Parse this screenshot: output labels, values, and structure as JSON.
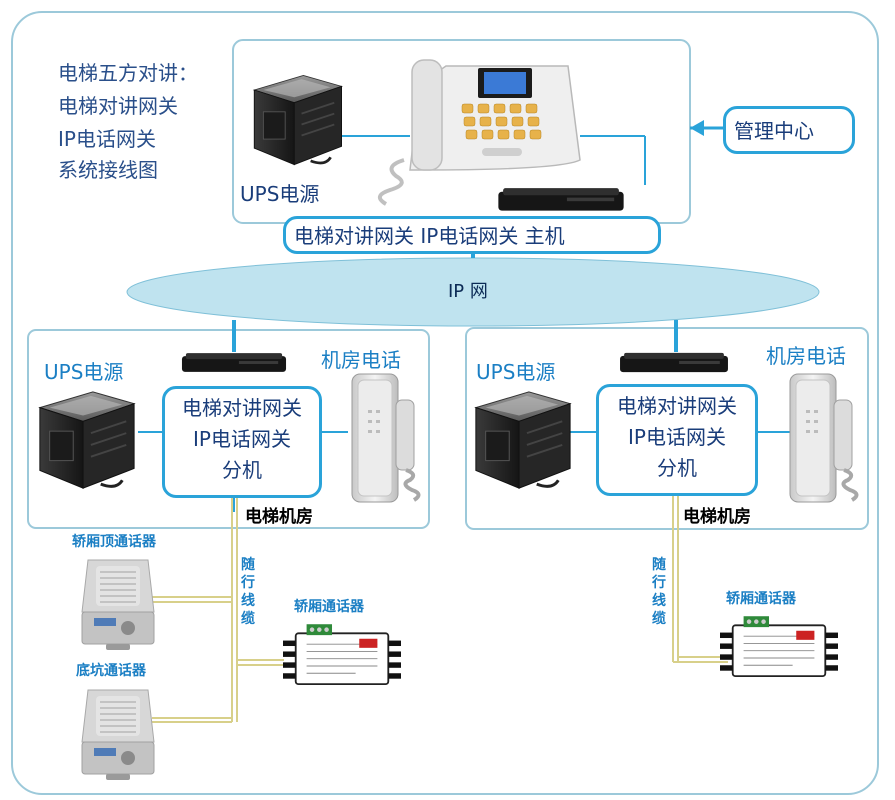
{
  "title_lines": [
    "电梯五方对讲：",
    "电梯对讲网关",
    "IP电话网关",
    "系统接线图"
  ],
  "host": {
    "ups_label": "UPS电源",
    "gateway_label": "电梯对讲网关  IP电话网关  主机",
    "management": "管理中心"
  },
  "network": {
    "label": "IP  网"
  },
  "rooms": [
    {
      "ups_label": "UPS电源",
      "phone_label": "机房电话",
      "gateway_lines": [
        "电梯对讲网关",
        "IP电话网关",
        "分机"
      ],
      "room_label": "电梯机房",
      "cable_label": "随行线缆",
      "car_top_label": "轿厢顶通话器",
      "pit_label": "底坑通话器",
      "car_label": "轿厢通话器"
    },
    {
      "ups_label": "UPS电源",
      "phone_label": "机房电话",
      "gateway_lines": [
        "电梯对讲网关",
        "IP电话网关",
        "分机"
      ],
      "room_label": "电梯机房",
      "cable_label": "随行线缆",
      "car_label": "轿厢通话器"
    }
  ],
  "colors": {
    "frame": "#9cc9da",
    "callout_border": "#2aa3d9",
    "network": "#bfe3ef",
    "wire_blue": "#2aa3d9",
    "wire_yellow": "#d8d08a"
  }
}
